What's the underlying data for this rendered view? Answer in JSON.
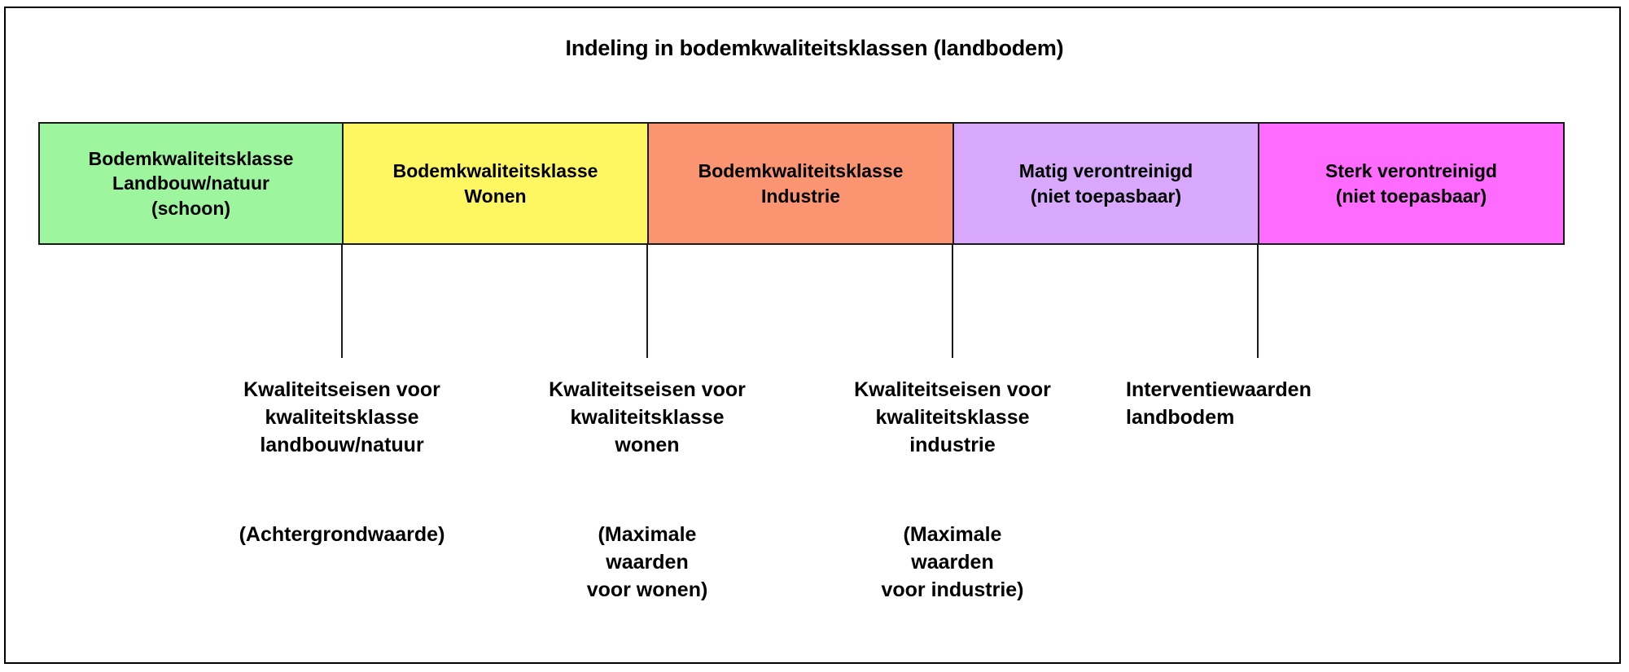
{
  "title": "Indeling in bodemkwaliteitsklassen (landbodem)",
  "chart_data": {
    "type": "bar",
    "title": "Indeling in bodemkwaliteitsklassen (landbodem)",
    "orientation": "horizontal-stacked",
    "categories": [
      "Bodemkwaliteitsklasse Landbouw/natuur (schoon)",
      "Bodemkwaliteitsklasse Wonen",
      "Bodemkwaliteitsklasse Industrie",
      "Matig verontreinigd (niet toepasbaar)",
      "Sterk verontreinigd (niet toepasbaar)"
    ],
    "values": [
      20,
      20,
      20,
      20,
      20
    ],
    "colors": [
      "#9DF59D",
      "#FFF761",
      "#FA9471",
      "#D7A8FC",
      "#FF6BFF"
    ],
    "boundary_labels": [
      "Kwaliteitseisen voor kwaliteitsklasse landbouw/natuur",
      "Kwaliteitseisen voor kwaliteitsklasse wonen",
      "Kwaliteitseisen voor kwaliteitsklasse industrie",
      "Interventiewaarden landbodem"
    ],
    "boundary_sublabels": [
      "(Achtergrondwaarde)",
      "(Maximale\nwaarden\nvoor wonen)",
      "(Maximale\nwaarden\nvoor industrie)",
      ""
    ],
    "xlabel": "",
    "ylabel": "",
    "grid": false,
    "legend": "none"
  },
  "segments": [
    {
      "id": "landbouw-natuur",
      "label": "Bodemkwaliteitsklasse\nLandbouw/natuur\n(schoon)",
      "color": "#9DF59D"
    },
    {
      "id": "wonen",
      "label": "Bodemkwaliteitsklasse\nWonen",
      "color": "#FFF761"
    },
    {
      "id": "industrie",
      "label": "Bodemkwaliteitsklasse\nIndustrie",
      "color": "#FA9471"
    },
    {
      "id": "matig-verontreinigd",
      "label": "Matig verontreinigd\n(niet toepasbaar)",
      "color": "#D7A8FC"
    },
    {
      "id": "sterk-verontreinigd",
      "label": "Sterk verontreinigd\n(niet toepasbaar)",
      "color": "#FF6BFF"
    }
  ],
  "captions": [
    {
      "id": "landbouw-natuur",
      "main": "Kwaliteitseisen voor\nkwaliteitsklasse\nlandbouw/natuur",
      "sub": "(Achtergrondwaarde)"
    },
    {
      "id": "wonen",
      "main": "Kwaliteitseisen voor\nkwaliteitsklasse\nwonen",
      "sub": "(Maximale\nwaarden\nvoor wonen)"
    },
    {
      "id": "industrie",
      "main": "Kwaliteitseisen voor\nkwaliteitsklasse\nindustrie",
      "sub": "(Maximale\nwaarden\nvoor industrie)"
    },
    {
      "id": "interventiewaarden",
      "main": "Interventiewaarden\nlandbodem",
      "sub": ""
    }
  ],
  "colors": {
    "border": "#1a1a1a",
    "text": "#000000",
    "background": "#ffffff"
  }
}
